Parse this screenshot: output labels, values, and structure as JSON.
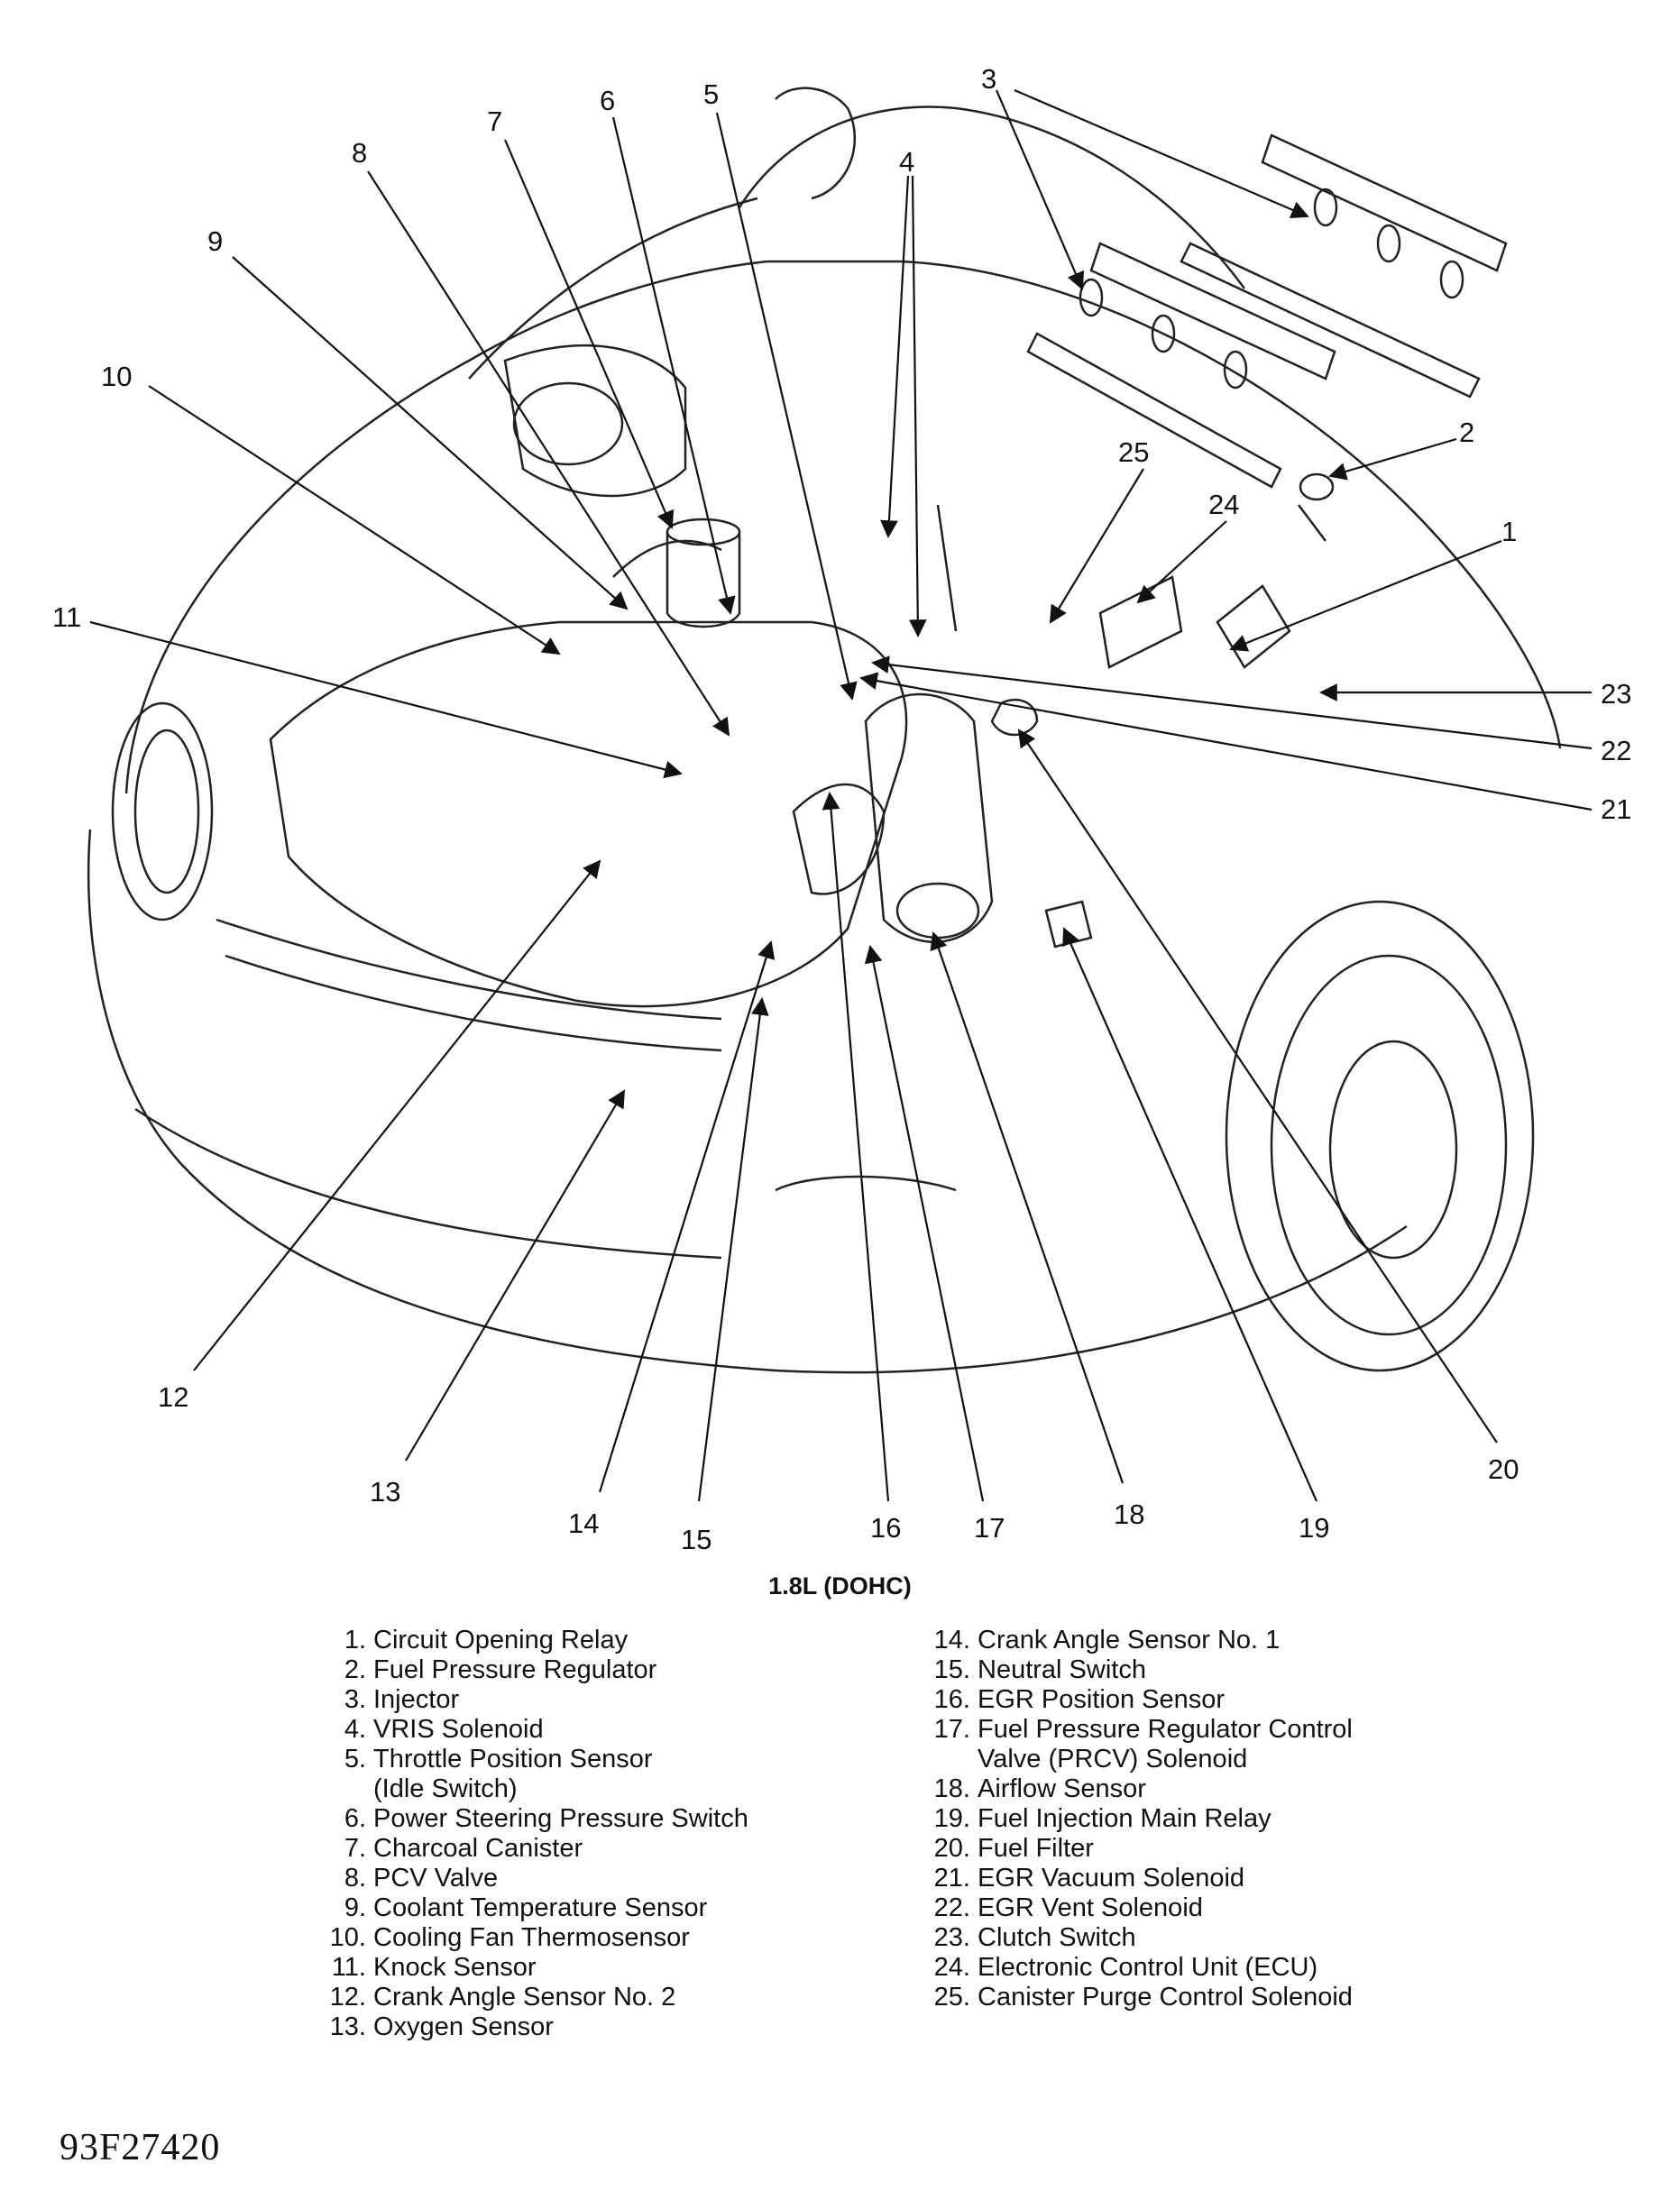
{
  "figure": {
    "caption": "1.8L (DOHC)",
    "reference_code": "93F27420"
  },
  "callouts": [
    "1",
    "2",
    "3",
    "4",
    "5",
    "6",
    "7",
    "8",
    "9",
    "10",
    "11",
    "12",
    "13",
    "14",
    "15",
    "16",
    "17",
    "18",
    "19",
    "20",
    "21",
    "22",
    "23",
    "24",
    "25"
  ],
  "legend": {
    "left": [
      {
        "num": "1.",
        "text": "Circuit Opening Relay"
      },
      {
        "num": "2.",
        "text": "Fuel Pressure Regulator"
      },
      {
        "num": "3.",
        "text": "Injector"
      },
      {
        "num": "4.",
        "text": "VRIS Solenoid"
      },
      {
        "num": "5.",
        "text": "Throttle Position Sensor\n(Idle Switch)"
      },
      {
        "num": "6.",
        "text": "Power Steering Pressure Switch"
      },
      {
        "num": "7.",
        "text": "Charcoal Canister"
      },
      {
        "num": "8.",
        "text": "PCV Valve"
      },
      {
        "num": "9.",
        "text": "Coolant Temperature Sensor"
      },
      {
        "num": "10.",
        "text": "Cooling Fan Thermosensor"
      },
      {
        "num": "11.",
        "text": "Knock Sensor"
      },
      {
        "num": "12.",
        "text": "Crank Angle Sensor No. 2"
      },
      {
        "num": "13.",
        "text": "Oxygen Sensor"
      }
    ],
    "right": [
      {
        "num": "14.",
        "text": "Crank Angle Sensor No. 1"
      },
      {
        "num": "15.",
        "text": "Neutral Switch"
      },
      {
        "num": "16.",
        "text": "EGR Position Sensor"
      },
      {
        "num": "17.",
        "text": "Fuel Pressure Regulator Control\nValve (PRCV) Solenoid"
      },
      {
        "num": "18.",
        "text": "Airflow Sensor"
      },
      {
        "num": "19.",
        "text": "Fuel Injection Main Relay"
      },
      {
        "num": "20.",
        "text": "Fuel Filter"
      },
      {
        "num": "21.",
        "text": "EGR Vacuum Solenoid"
      },
      {
        "num": "22.",
        "text": "EGR Vent Solenoid"
      },
      {
        "num": "23.",
        "text": "Clutch Switch"
      },
      {
        "num": "24.",
        "text": "Electronic Control Unit (ECU)"
      },
      {
        "num": "25.",
        "text": "Canister Purge Control Solenoid"
      }
    ]
  }
}
